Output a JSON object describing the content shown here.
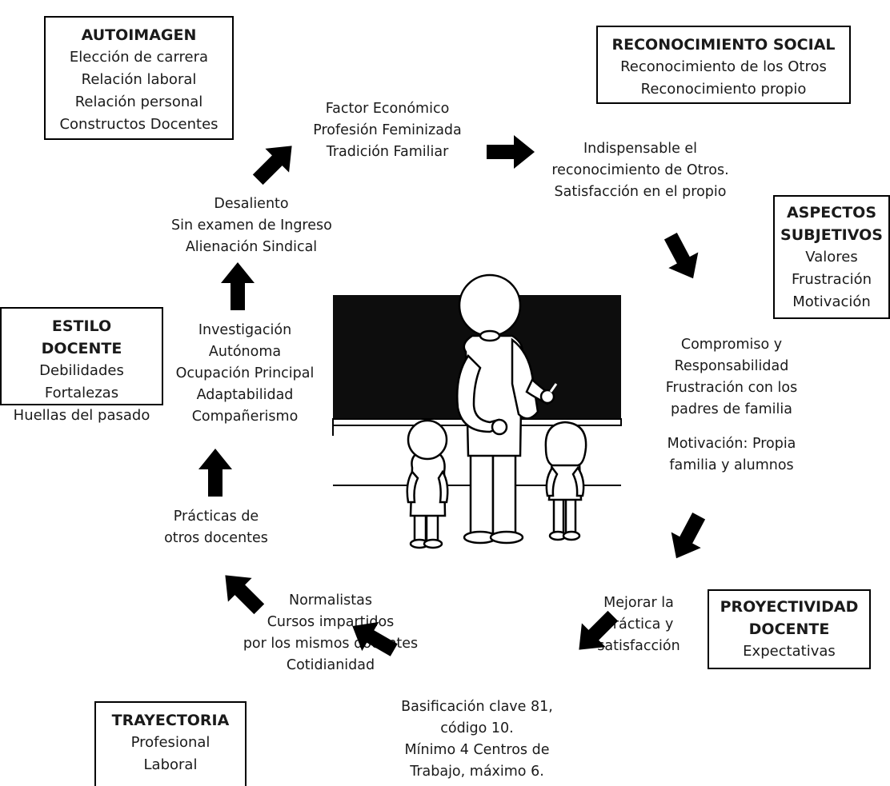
{
  "boxes": {
    "autoimagen": {
      "title": "AUTOIMAGEN",
      "lines": [
        "Elección de carrera",
        "Relación laboral",
        "Relación personal",
        "Constructos Docentes"
      ]
    },
    "reconocimiento": {
      "title": "RECONOCIMIENTO SOCIAL",
      "lines": [
        "Reconocimiento de los Otros",
        "Reconocimiento propio"
      ]
    },
    "aspectos": {
      "title_lines": [
        "ASPECTOS",
        "SUBJETIVOS"
      ],
      "lines": [
        "Valores",
        "Frustración",
        "Motivación"
      ]
    },
    "estilo": {
      "title": "ESTILO DOCENTE",
      "lines": [
        "Debilidades",
        "Fortalezas",
        "Huellas del pasado"
      ]
    },
    "proyectividad": {
      "title_lines": [
        "PROYECTIVIDAD",
        "DOCENTE"
      ],
      "lines": [
        "Expectativas"
      ]
    },
    "trayectoria": {
      "title": "TRAYECTORIA",
      "lines": [
        "Profesional",
        "Laboral"
      ]
    }
  },
  "texts": {
    "factor": [
      "Factor Económico",
      "Profesión Feminizada",
      "Tradición Familiar"
    ],
    "indispensable": [
      "Indispensable el",
      "reconocimiento de Otros.",
      "Satisfacción en el propio"
    ],
    "desaliento": [
      "Desaliento",
      "Sin examen de Ingreso",
      "Alienación Sindical"
    ],
    "investigacion": [
      "Investigación",
      "Autónoma",
      "Ocupación Principal",
      "Adaptabilidad",
      "Compañerismo"
    ],
    "compromiso": [
      "Compromiso y",
      "Responsabilidad",
      "Frustración con los",
      "padres de  familia"
    ],
    "motivacion": [
      "Motivación: Propia",
      "familia y alumnos"
    ],
    "practicas": [
      "Prácticas de",
      "otros docentes"
    ],
    "normalistas": [
      "Normalistas",
      "Cursos impartidos",
      "por los mismos docentes",
      "Cotidianidad"
    ],
    "mejorar": [
      "Mejorar la",
      "práctica y",
      "satisfacción"
    ],
    "basificacion": [
      "Basificación clave 81,",
      "código 10.",
      "Mínimo 4 Centros de",
      "Trabajo, máximo 6."
    ]
  },
  "illustration": {
    "icon": "teacher-at-blackboard-illustration"
  },
  "colors": {
    "ink": "#000000",
    "board": "#0d0d0d",
    "paper": "#ffffff"
  }
}
